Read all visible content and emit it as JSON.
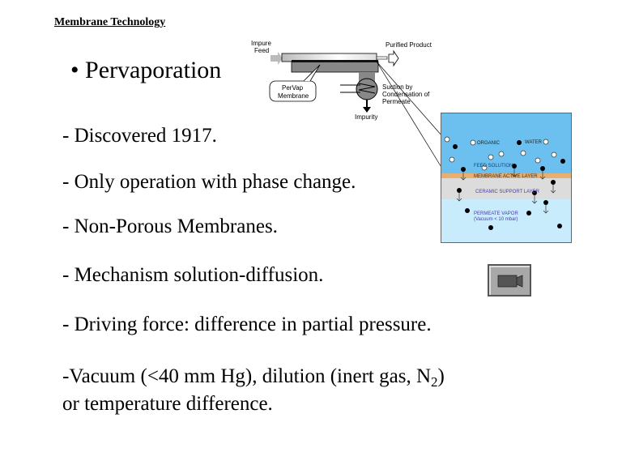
{
  "header": "Membrane Technology",
  "title": "• Pervaporation",
  "bullets": [
    "- Discovered  1917.",
    "- Only operation with phase change.",
    "- Non-Porous Membranes.",
    "- Mechanism  solution-diffusion.",
    "- Driving force: difference in partial pressure."
  ],
  "last": {
    "a": "-Vacuum (<40 mm Hg), dilution (inert gas, N",
    "sub": "2",
    "b": ")",
    "line2": "or temperature difference."
  },
  "process_diagram": {
    "impure_feed": [
      "Impure",
      "Feed"
    ],
    "purified_product": "Purified Product",
    "membrane": [
      "PerVap",
      "Membrane"
    ],
    "suction": [
      "Suction by",
      "Condensation of",
      "Permeate"
    ],
    "impurity": "Impurity"
  },
  "layer_diagram": {
    "organic": "ORGANIC",
    "water": "WATER",
    "feed_solution": "FEED SOLUTION",
    "active_layer": "MEMBRANE ACTIVE LAYER",
    "support_layer": "CERAMIC SUPPORT LAYER",
    "permeate": "PERMEATE VAPOR",
    "vacuum": "(Vacuum < 10 mbar)"
  },
  "media_button_icon": "video-camera-icon"
}
